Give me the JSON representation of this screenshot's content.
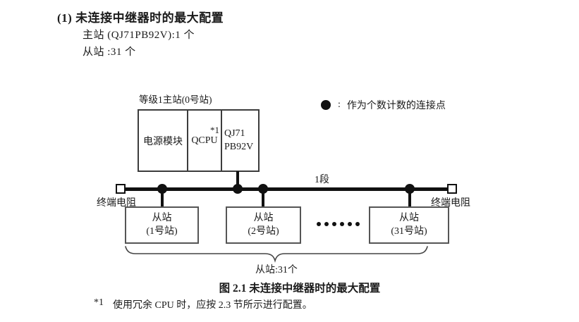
{
  "colors": {
    "text": "#1a1a1a",
    "bus_line": "#111111",
    "master_box_border": "#3c3c3c",
    "slave_box_border": "#555555",
    "background": "#ffffff"
  },
  "header": {
    "title": "(1) 未连接中继器时的最大配置",
    "master_spec": "主站 (QJ71PB92V):1 个",
    "slave_spec": "从站 :31 个"
  },
  "diagram": {
    "master_label": "等级1主站(0号站)",
    "master_cells": {
      "power": "电源模块",
      "cpu": "QCPU",
      "cpu_note": "*1",
      "module_line1": "QJ71",
      "module_line2": "PB92V"
    },
    "legend": {
      "separator": ":",
      "text": "作为个数计数的连接点"
    },
    "segment_label": "1段",
    "terminator_left": "终端电阻",
    "terminator_right": "终端电阻",
    "slaves": [
      {
        "line1": "从站",
        "line2": "(1号站)"
      },
      {
        "line1": "从站",
        "line2": "(2号站)"
      },
      {
        "line1": "从站",
        "line2": "(31号站)"
      }
    ],
    "slave_count_label": "从站:31个"
  },
  "caption": "图 2.1 未连接中继器时的最大配置",
  "footnote": {
    "marker": "*1",
    "text": "使用冗余 CPU 时，应按 2.3 节所示进行配置。"
  }
}
